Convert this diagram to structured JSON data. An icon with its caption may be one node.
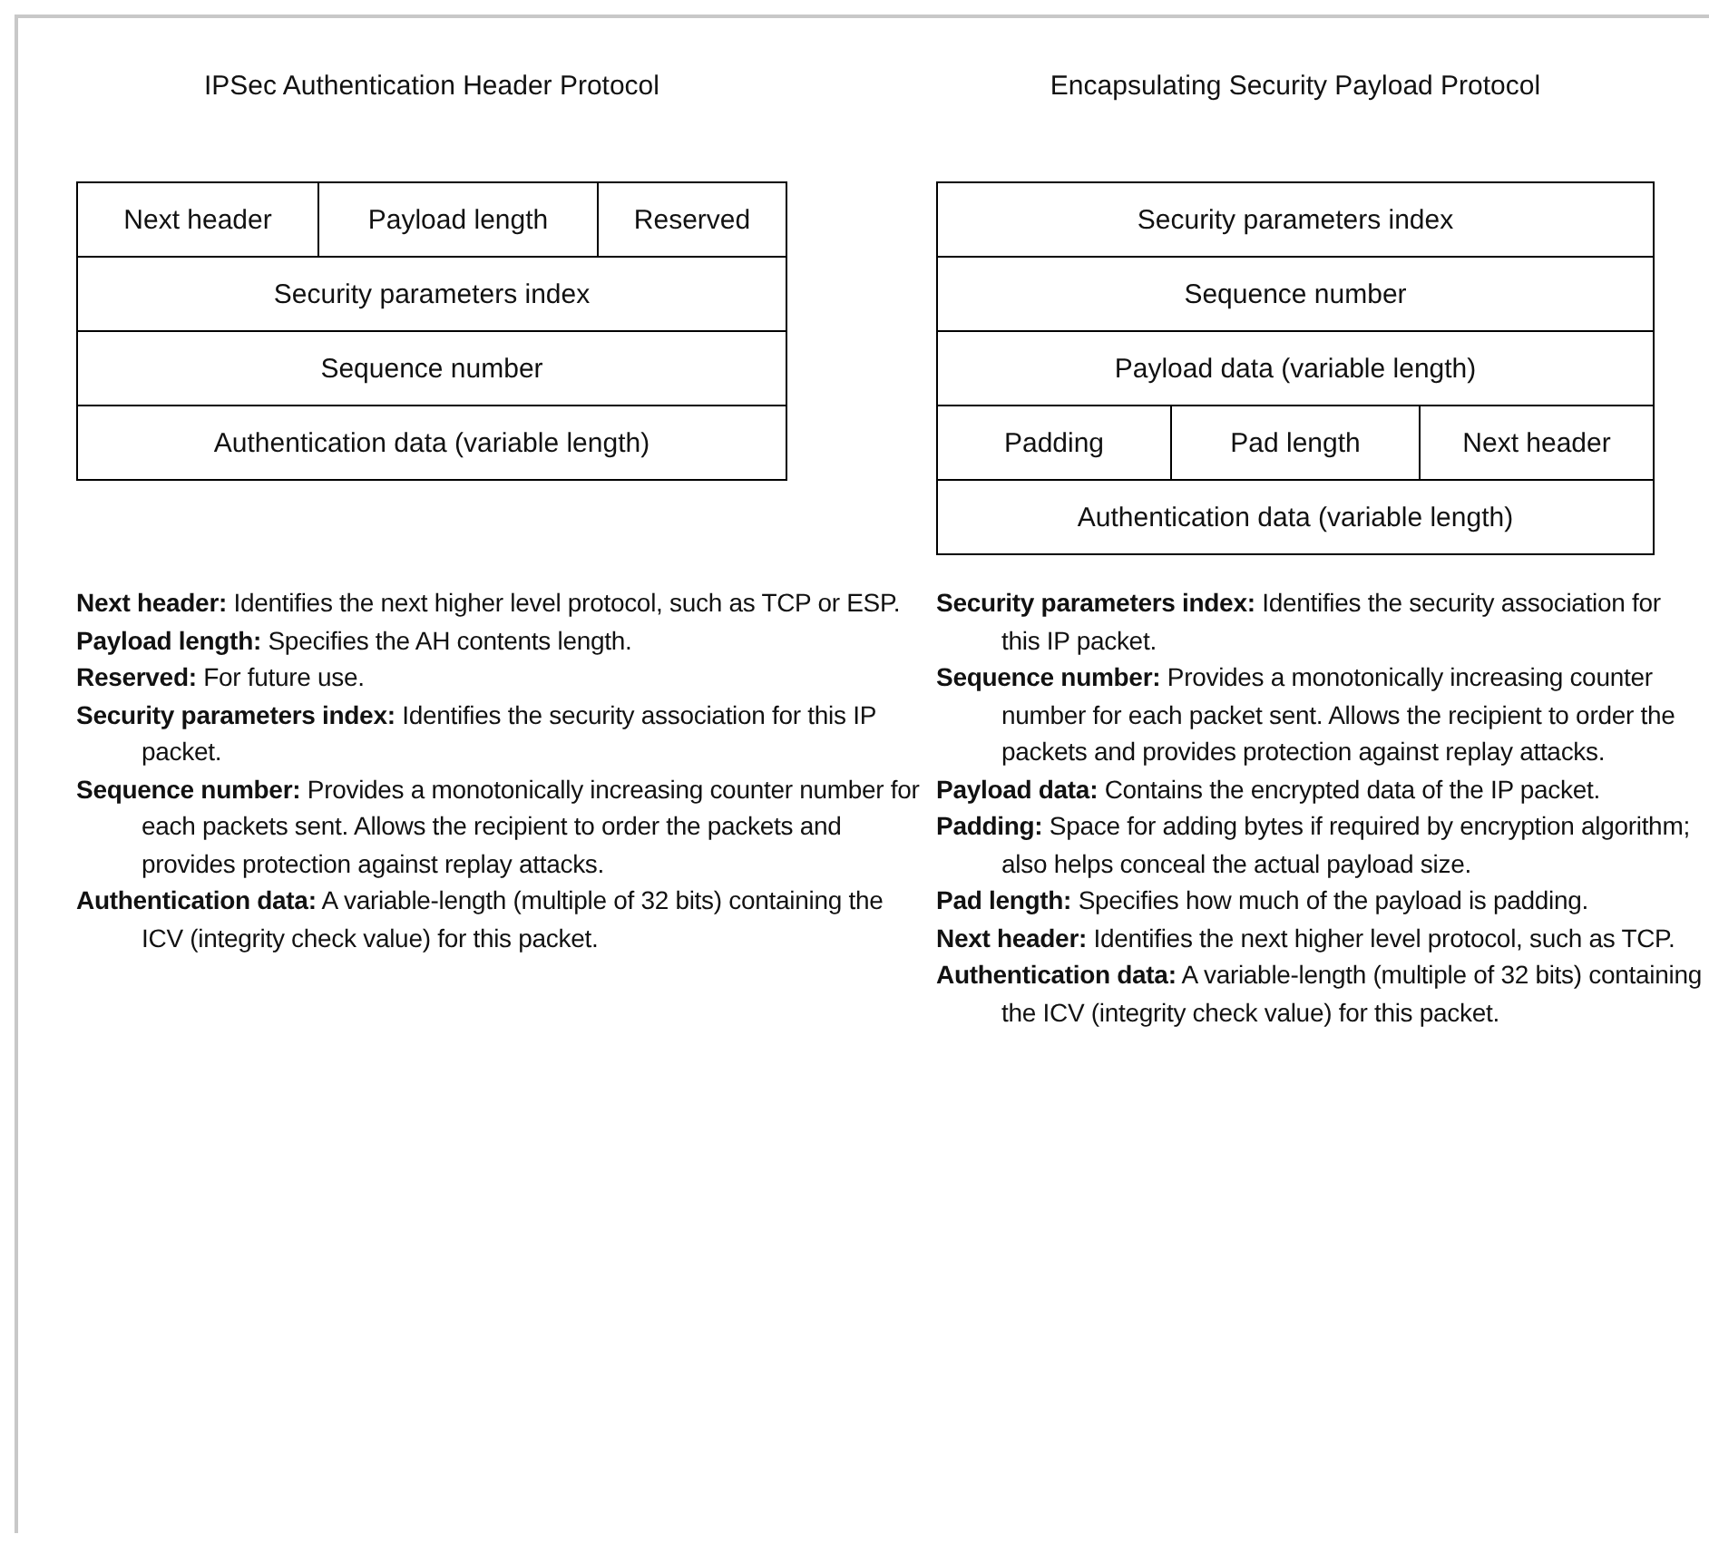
{
  "diagram": {
    "nodes": [
      {
        "text": [
          "IPSec Authentication Header Protocol"
        ]
      },
      {
        "text": [
          "Next header"
        ],
        "in": 0
      },
      {
        "text": [
          "Payload length"
        ],
        "in": 0
      },
      {
        "text": [
          "Reserved"
        ],
        "in": 0
      },
      {
        "text": [
          "Security parameters index"
        ],
        "in": 0
      },
      {
        "text": [
          "Sequence number"
        ],
        "in": 0
      },
      {
        "text": [
          "Authentication data (variable length)"
        ],
        "in": 0
      },
      {
        "text": [
          "Encapsulating Security Payload Protocol"
        ]
      },
      {
        "text": [
          "Security parameters index"
        ],
        "in": 7
      },
      {
        "text": [
          "Sequence number"
        ],
        "in": 7
      },
      {
        "text": [
          "Payload data (variable length)"
        ],
        "in": 7
      },
      {
        "text": [
          "Padding"
        ],
        "in": 7
      },
      {
        "text": [
          "Pad length"
        ],
        "in": 7
      },
      {
        "text": [
          "Next header"
        ],
        "in": 7
      },
      {
        "text": [
          "Authentication data (variable length)"
        ],
        "in": 7
      }
    ],
    "labels": [
      "**Next header:** Identifies the next higher level protocol, such as TCP or ESP.",
      "**Payload length:** Specifies the AH contents length.",
      "**Reserved:** For future use.",
      "**Security parameters index:** Identifies the security association for this IP packet.",
      "**Sequence number:** Provides a monotonically increasing counter number for each packets sent. Allows the recipient to order the packets and provides protection against replay attacks.",
      "**Authentication data:** A variable-length (multiple of 32 bits) containing the ICV (integrity check value) for this packet.",
      "**Security parameters index:** Identifies the security association for this IP packet.",
      "**Sequence number:** Provides a monotonically increasing counter number for each packet sent. Allows the recipient to order the packets and provides protection against replay attacks.",
      "**Payload data:** Contains the encrypted data of the IP packet.",
      "**Padding:** Space for adding bytes if required by encryption algorithm; also helps conceal the actual payload size.",
      "**Pad length:** Specifies how much of the payload is padding.",
      "**Next header:** Identifies the next higher level protocol, such as TCP.",
      "**Authentication data:** A variable-length (multiple of 32 bits) containing the ICV (integrity check value) for this packet."
    ]
  }
}
